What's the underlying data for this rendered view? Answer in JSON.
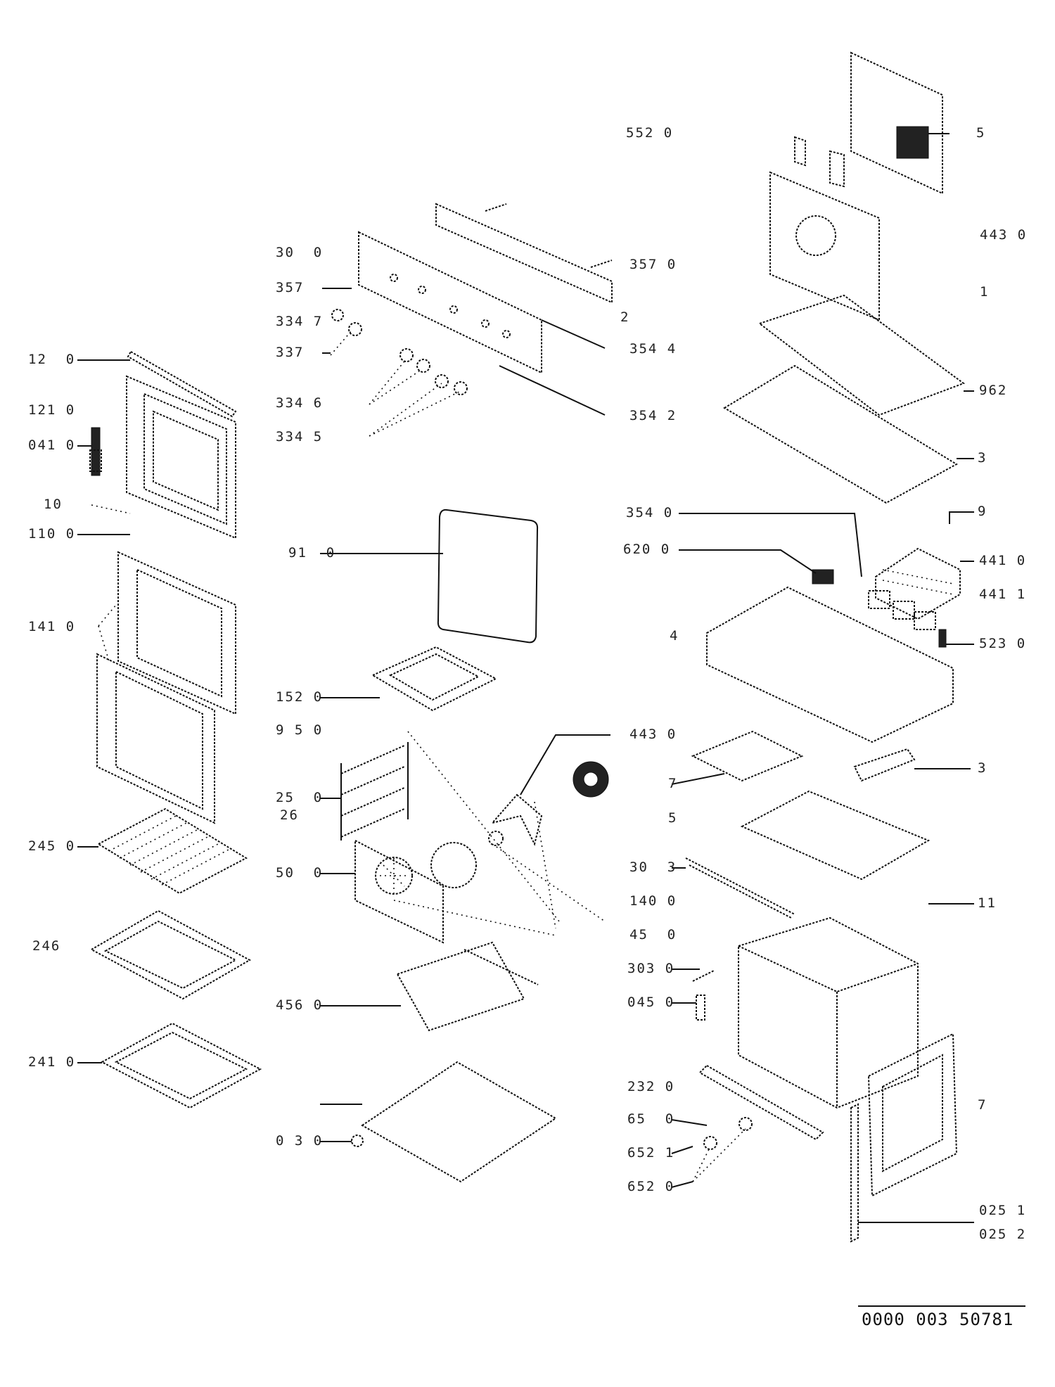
{
  "title": "Oven exploded parts diagram",
  "reference_number": "0000 003 50781",
  "labels": {
    "l_12_0": "12  0",
    "l_121_0": "121 0",
    "l_041_0": "041 0",
    "l_10": "10",
    "l_110_0": "110 0",
    "l_141_0": "141 0",
    "l_245_0": "245 0",
    "l_246": "246",
    "l_241_0": "241 0",
    "l_30_0": "30  0",
    "l_357": "357",
    "l_334_7": "334 7",
    "l_337": "337",
    "l_334_6": "334 6",
    "l_334_5": "334 5",
    "l_91_0": "91  0",
    "l_152_0": "152 0",
    "l_9_5_0": "9 5 0",
    "l_25_0": "25  0",
    "l_26": "26",
    "l_50_0": "50  0",
    "l_456_0": "456 0",
    "l_0_3_0": "0 3 0",
    "l_552_0": "552 0",
    "l_357_0": "357 0",
    "l_2": "2",
    "l_354_4": "354 4",
    "l_354_2": "354 2",
    "l_5_top": "5",
    "l_443_0_top": "443 0",
    "l_1_top": "1",
    "l_962": "962",
    "l_3": "3",
    "l_9": "9",
    "l_354_0": "354 0",
    "l_620_0": "620 0",
    "l_441_0": "441 0",
    "l_441_1": "441 1",
    "l_4": "4",
    "l_523_0": "523 0",
    "l_443_0": "443 0",
    "l_7a": "7",
    "l_5": "5",
    "l_3b": "3",
    "l_30_3": "30  3",
    "l_140_0": "140 0",
    "l_45_0": "45  0",
    "l_11": "11",
    "l_303_0": "303 0",
    "l_045_0": "045 0",
    "l_232_0": "232 0",
    "l_65_0": "65  0",
    "l_652_1": "652 1",
    "l_652_0": "652 0",
    "l_7b": "7",
    "l_025_1": "025 1",
    "l_025_2": "025 2"
  }
}
